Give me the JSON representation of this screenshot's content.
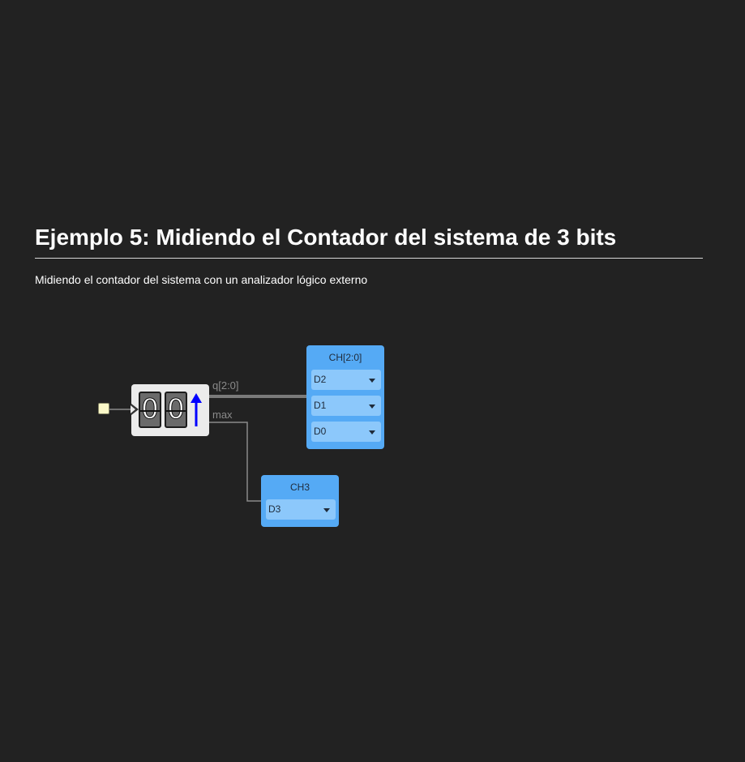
{
  "page": {
    "title": "Ejemplo 5: Midiendo el Contador del sistema de 3 bits",
    "subtitle": "Midiendo el contador del sistema con un analizador lógico externo"
  },
  "circuit": {
    "counter": {
      "digits": [
        "0",
        "0"
      ],
      "direction_icon": "up-arrow-icon",
      "outputs": {
        "q_label": "q[2:0]",
        "max_label": "max"
      }
    },
    "channels": [
      {
        "title": "CH[2:0]",
        "pins": [
          {
            "label": "D2"
          },
          {
            "label": "D1"
          },
          {
            "label": "D0"
          }
        ]
      },
      {
        "title": "CH3",
        "pins": [
          {
            "label": "D3"
          }
        ]
      }
    ]
  },
  "colors": {
    "background": "#222222",
    "channel_block": "#55aaf5",
    "pin_select": "#8cc8fb",
    "counter_body": "#ebebeb",
    "digit_face": "#6a6a6a",
    "direction_arrow": "#0000ff",
    "clock_input": "#fbf8c8",
    "wire": "#8a8a8a"
  }
}
